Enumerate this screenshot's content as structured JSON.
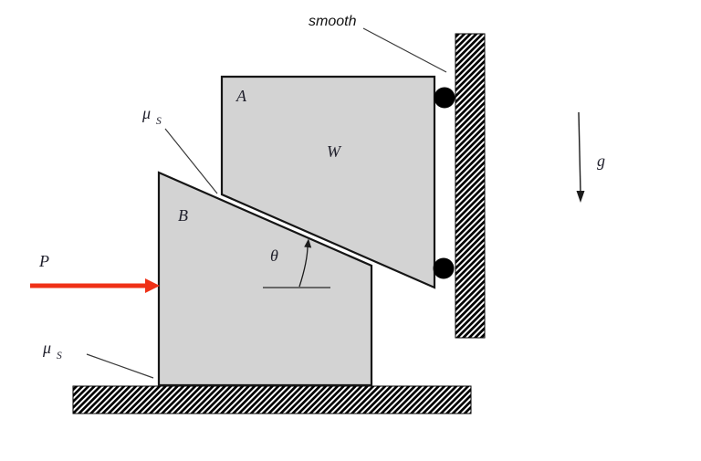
{
  "figure": {
    "labels": {
      "smooth": "smooth",
      "block_a": "A",
      "block_b": "B",
      "weight": "W",
      "applied_force": "P",
      "gravity": "g",
      "angle": "θ",
      "mu": "μ",
      "mu_subscript": "S"
    },
    "colors": {
      "block_fill": "#d3d3d3",
      "block_outline": "#161616",
      "force_arrow_red": "#ef3117",
      "roller_fill": "#000000"
    }
  }
}
